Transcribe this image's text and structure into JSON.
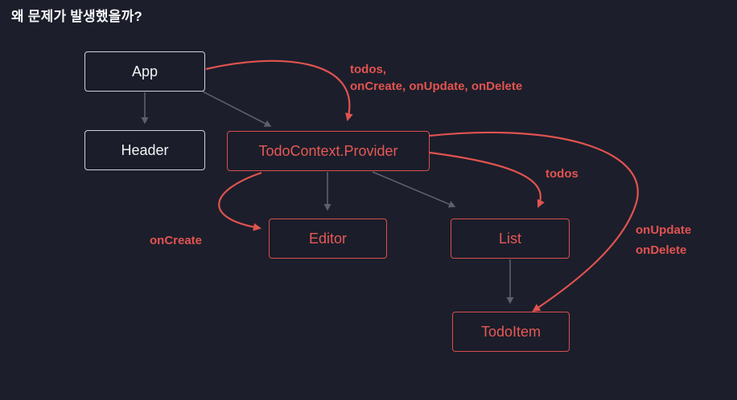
{
  "title": "왜 문제가 발생했을까?",
  "colors": {
    "background": "#1c1e2b",
    "red_accent": "#e05350",
    "gray_arrow": "#5c5f6e",
    "white_border": "#cfd2da",
    "white_text": "#f2f3f5"
  },
  "diagram": {
    "nodes": [
      {
        "id": "app",
        "label": "App",
        "style": "white"
      },
      {
        "id": "header",
        "label": "Header",
        "style": "white"
      },
      {
        "id": "provider",
        "label": "TodoContext.Provider",
        "style": "red"
      },
      {
        "id": "editor",
        "label": "Editor",
        "style": "red"
      },
      {
        "id": "list",
        "label": "List",
        "style": "red"
      },
      {
        "id": "todoitem",
        "label": "TodoItem",
        "style": "red"
      }
    ],
    "edge_labels": {
      "provider_props_line1": "todos,",
      "provider_props_line2": "onCreate, onUpdate, onDelete",
      "todos_to_list": "todos",
      "oncreate_to_editor": "onCreate",
      "onupdate_line": "onUpdate",
      "ondelete_line": "onDelete"
    },
    "edges": [
      {
        "from": "app",
        "to": "header",
        "kind": "hierarchy"
      },
      {
        "from": "app",
        "to": "provider",
        "kind": "hierarchy"
      },
      {
        "from": "provider",
        "to": "editor",
        "kind": "hierarchy"
      },
      {
        "from": "provider",
        "to": "list",
        "kind": "hierarchy"
      },
      {
        "from": "list",
        "to": "todoitem",
        "kind": "hierarchy"
      },
      {
        "from": "app",
        "to": "provider",
        "kind": "props",
        "label": "todos, onCreate, onUpdate, onDelete"
      },
      {
        "from": "provider",
        "to": "editor",
        "kind": "props",
        "label": "onCreate"
      },
      {
        "from": "provider",
        "to": "list",
        "kind": "props",
        "label": "todos"
      },
      {
        "from": "provider",
        "to": "todoitem",
        "kind": "props",
        "label": "onUpdate onDelete"
      }
    ]
  }
}
